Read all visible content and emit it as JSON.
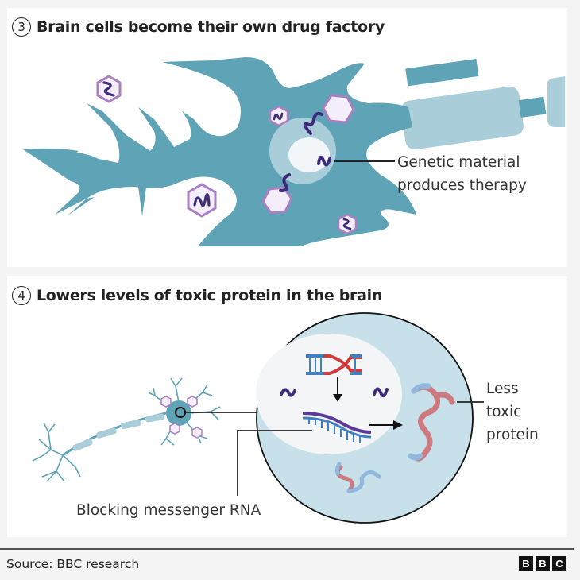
{
  "panels": [
    {
      "step_number": "3",
      "title": "Brain cells become their own drug factory",
      "annotation_line1": "Genetic material",
      "annotation_line2": "produces therapy"
    },
    {
      "step_number": "4",
      "title": "Lowers levels of toxic protein in the brain",
      "annotation_right_line1": "Less",
      "annotation_right_line2": "toxic",
      "annotation_right_line3": "protein",
      "annotation_bottom": "Blocking messenger RNA"
    }
  ],
  "footer": {
    "source": "Source: BBC research",
    "logo_letters": [
      "B",
      "B",
      "C"
    ]
  },
  "colors": {
    "neuron": "#5ea3b6",
    "neuron_light": "#a9cdd9",
    "virus_border": "#a97fc2",
    "virus_fill": "#f3eef9",
    "genetic_material": "#3d2a7a",
    "dna_red": "#d23b3b",
    "dna_blue": "#3f7fc2",
    "protein_red": "#cc7a80",
    "protein_blue": "#8fb8dc"
  }
}
